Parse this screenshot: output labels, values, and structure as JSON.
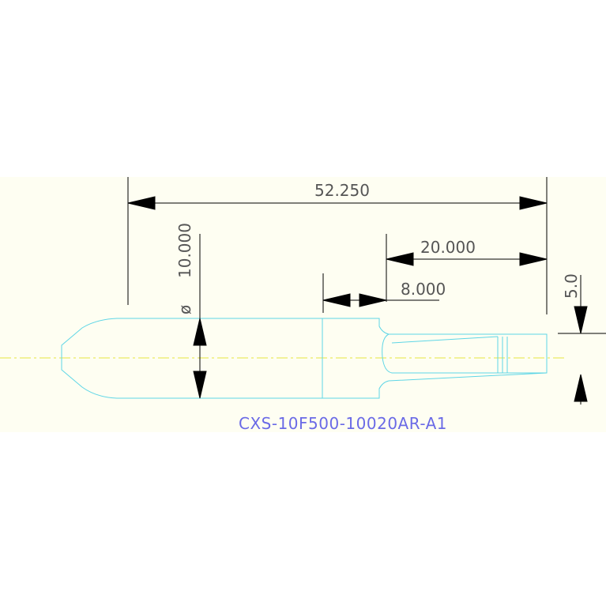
{
  "drawing": {
    "dimensions": {
      "overall_length": "52.250",
      "diameter": "10.000",
      "diameter_symbol": "ø",
      "tail_length": "20.000",
      "neck_length": "8.000",
      "tip_height": "5.0"
    },
    "part_number": "CXS-10F500-10020AR-A1"
  },
  "colors": {
    "outline": "#5fd6e6",
    "centerline": "#e6e640",
    "dimension_line": "#000000",
    "dimension_text": "#555555",
    "part_number_text": "#6a6ae6",
    "drawing_background": "#fefef2"
  }
}
